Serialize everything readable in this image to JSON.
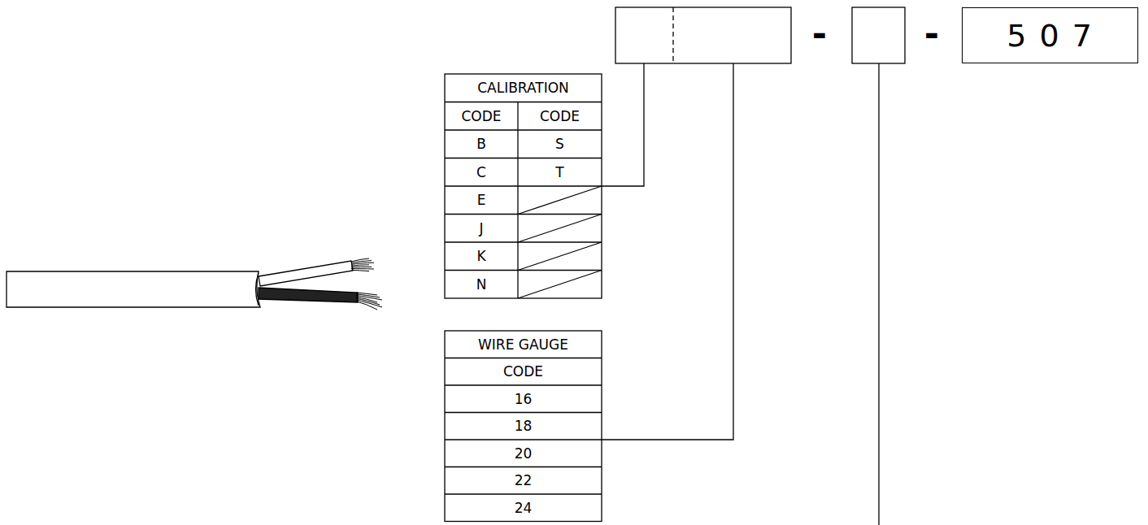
{
  "diagram": {
    "nodes": [
      {
        "text": [
          "5 0 7"
        ]
      }
    ],
    "labels": [
      "-",
      "-",
      "CALIBRATION",
      "CODE",
      "CODE",
      "B",
      "S",
      "C",
      "T",
      "E",
      "J",
      "K",
      "N",
      "WIRE GAUGE",
      "CODE",
      "16",
      "18",
      "20",
      "22",
      "24"
    ]
  }
}
